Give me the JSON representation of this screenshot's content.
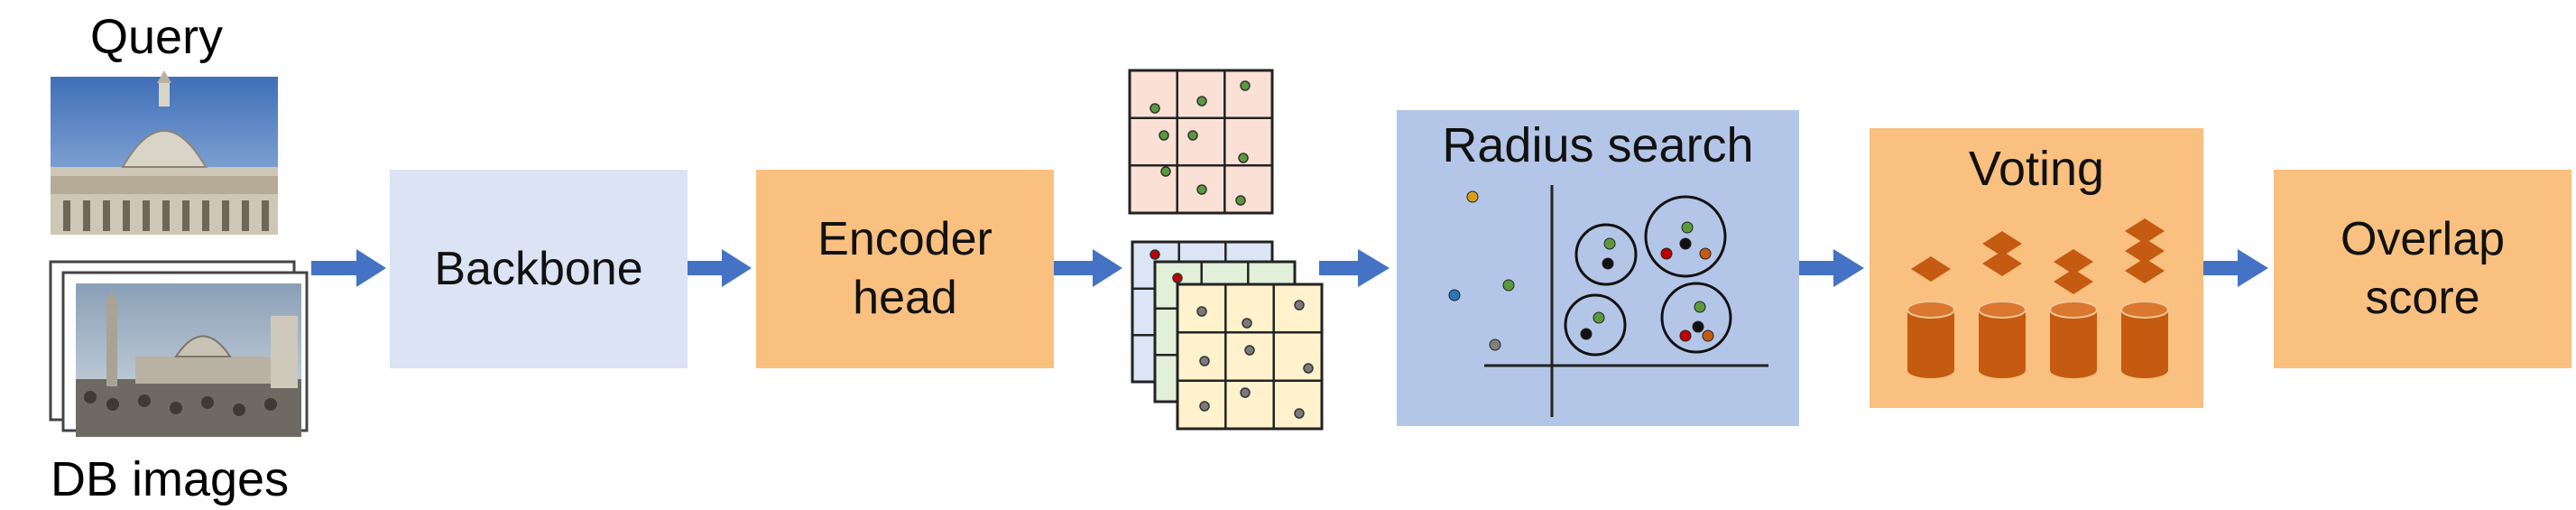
{
  "labels": {
    "query": "Query",
    "db_images": "DB images"
  },
  "stages": {
    "backbone": "Backbone",
    "encoder_head": "Encoder\nhead",
    "radius_search": "Radius search",
    "voting": "Voting",
    "overlap_score": "Overlap\nscore"
  },
  "colors": {
    "backbone_fill": "#dbe3f4",
    "encoder_fill": "#f9c07f",
    "radius_fill": "#b4c6e7",
    "voting_fill": "#f9c07f",
    "overlap_fill": "#f9c07f",
    "arrow": "#4472c4",
    "cylinder": "#c55a11",
    "grid_query": "#fbe0d6",
    "grid_db_1": "#dbe5f5",
    "grid_db_2": "#e2efd9",
    "grid_db_3": "#fff2cc"
  },
  "icons": {
    "query_image": "cathedral-photo",
    "db_images": "stacked-cathedral-photos",
    "arrows": "right-arrow",
    "voting_bins": "cylinder-with-diamonds"
  }
}
